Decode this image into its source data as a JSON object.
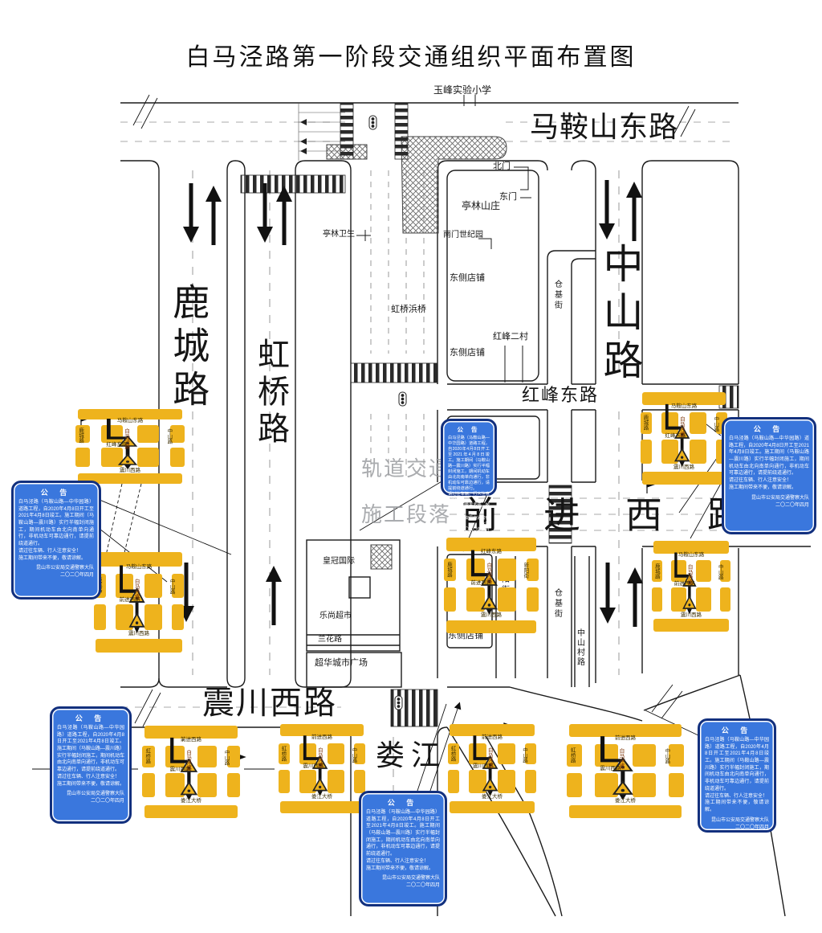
{
  "title": "白马泾路第一阶段交通组织平面布置图",
  "colors": {
    "sign_yellow": "#eeb31d",
    "notice_blue": "#3a77dd",
    "notice_border": "#12307e",
    "road_line": "#1b1b1b",
    "muted_text": "#96989c"
  },
  "map_labels": {
    "school": "玉峰实验小学",
    "mashan_east_road": "马鞍山东路",
    "lucheng_road": "鹿城路",
    "hongqiao_road": "虹桥路",
    "zhongshan_road": "中山路",
    "hongfeng_east_road": "红峰东路",
    "qianjin_west_road": "前进西路",
    "zhenchuan_west_road": "震川西路",
    "loujiang_river": "娄江",
    "rail_transit": "轨道交通",
    "construction_section": "施工段落",
    "north_gate": "北门",
    "east_gate": "东门",
    "tinglin_villa": "亭林山庄",
    "tinglin_clinic": "亭林卫生",
    "nanmen_block": "南门世纪园",
    "east_shops": "东侧店铺",
    "hongqiao_bang_bridge": "虹桥浜桥",
    "hongfeng_village": "红峰二村",
    "cangji_street": "仓基街",
    "xinyang_street": "新阳街",
    "zhongshancun_road": "中山村路",
    "crown_international": "皇冠国际",
    "supermarket": "乐尚超市",
    "lanhua_road": "兰花路",
    "chaohua_plaza": "超华城市广场"
  },
  "notice": {
    "title": "公  告",
    "body": "白马泾路（马鞍山路—中华园路）道路工程，自2020年4月8日开工至2021年4月8日竣工。施工期间（马鞍山路—震川路）实行半幅封闭施工，期间机动车由北向南单向通行，非机动车可靠边通行，请提前绕道通行。\n请过往车辆、行人注意安全！\n施工期间带来不便，敬请谅解。",
    "signature": "昆山市公安局交通警察大队",
    "date": "二〇二〇年四月"
  },
  "signs": [
    {
      "top": "马鞍山东路",
      "left": "鹿城路",
      "right": "中山路",
      "center": "白马泾路",
      "mid": "红峰东路",
      "bottom": "震川西路"
    },
    {
      "top": "马鞍山东路",
      "left": "鹿城路",
      "right": "中山路",
      "center": "白马泾路",
      "mid": "前进西路",
      "bottom": "震川西路"
    },
    {
      "top": "马鞍山东路",
      "left": "鹿城路",
      "right": "中山路",
      "center": "白马泾路",
      "mid": "红峰东路",
      "bottom": "震川西路"
    },
    {
      "top": "马鞍山东路",
      "left": "鹿城路",
      "right": "中山路",
      "center": "白马泾路",
      "mid": "前进西路",
      "bottom": "震川西路"
    },
    {
      "top": "前进西路",
      "left": "虹桥路",
      "right": "中山路",
      "center": "白马泾路",
      "mid": "震川西路",
      "bottom": "娄江大桥"
    },
    {
      "top": "前进西路",
      "left": "虹桥路",
      "right": "中山路",
      "center": "白马泾路",
      "mid": "震川西路",
      "bottom": "娄江大桥"
    },
    {
      "top": "红峰东路",
      "left": "鹿城路",
      "right": "新阳街",
      "center": "白马泾路",
      "mid": "前进西路",
      "bottom": "震川西路"
    },
    {
      "top": "前进西路",
      "left": "虹桥路",
      "right": "中山路",
      "center": "白马泾路",
      "mid": "震川西路",
      "bottom": "娄江大桥"
    },
    {
      "top": "前进西路",
      "left": "虹桥路",
      "right": "中山路",
      "center": "白马泾路",
      "mid": "震川西路",
      "bottom": "娄江大桥"
    }
  ]
}
